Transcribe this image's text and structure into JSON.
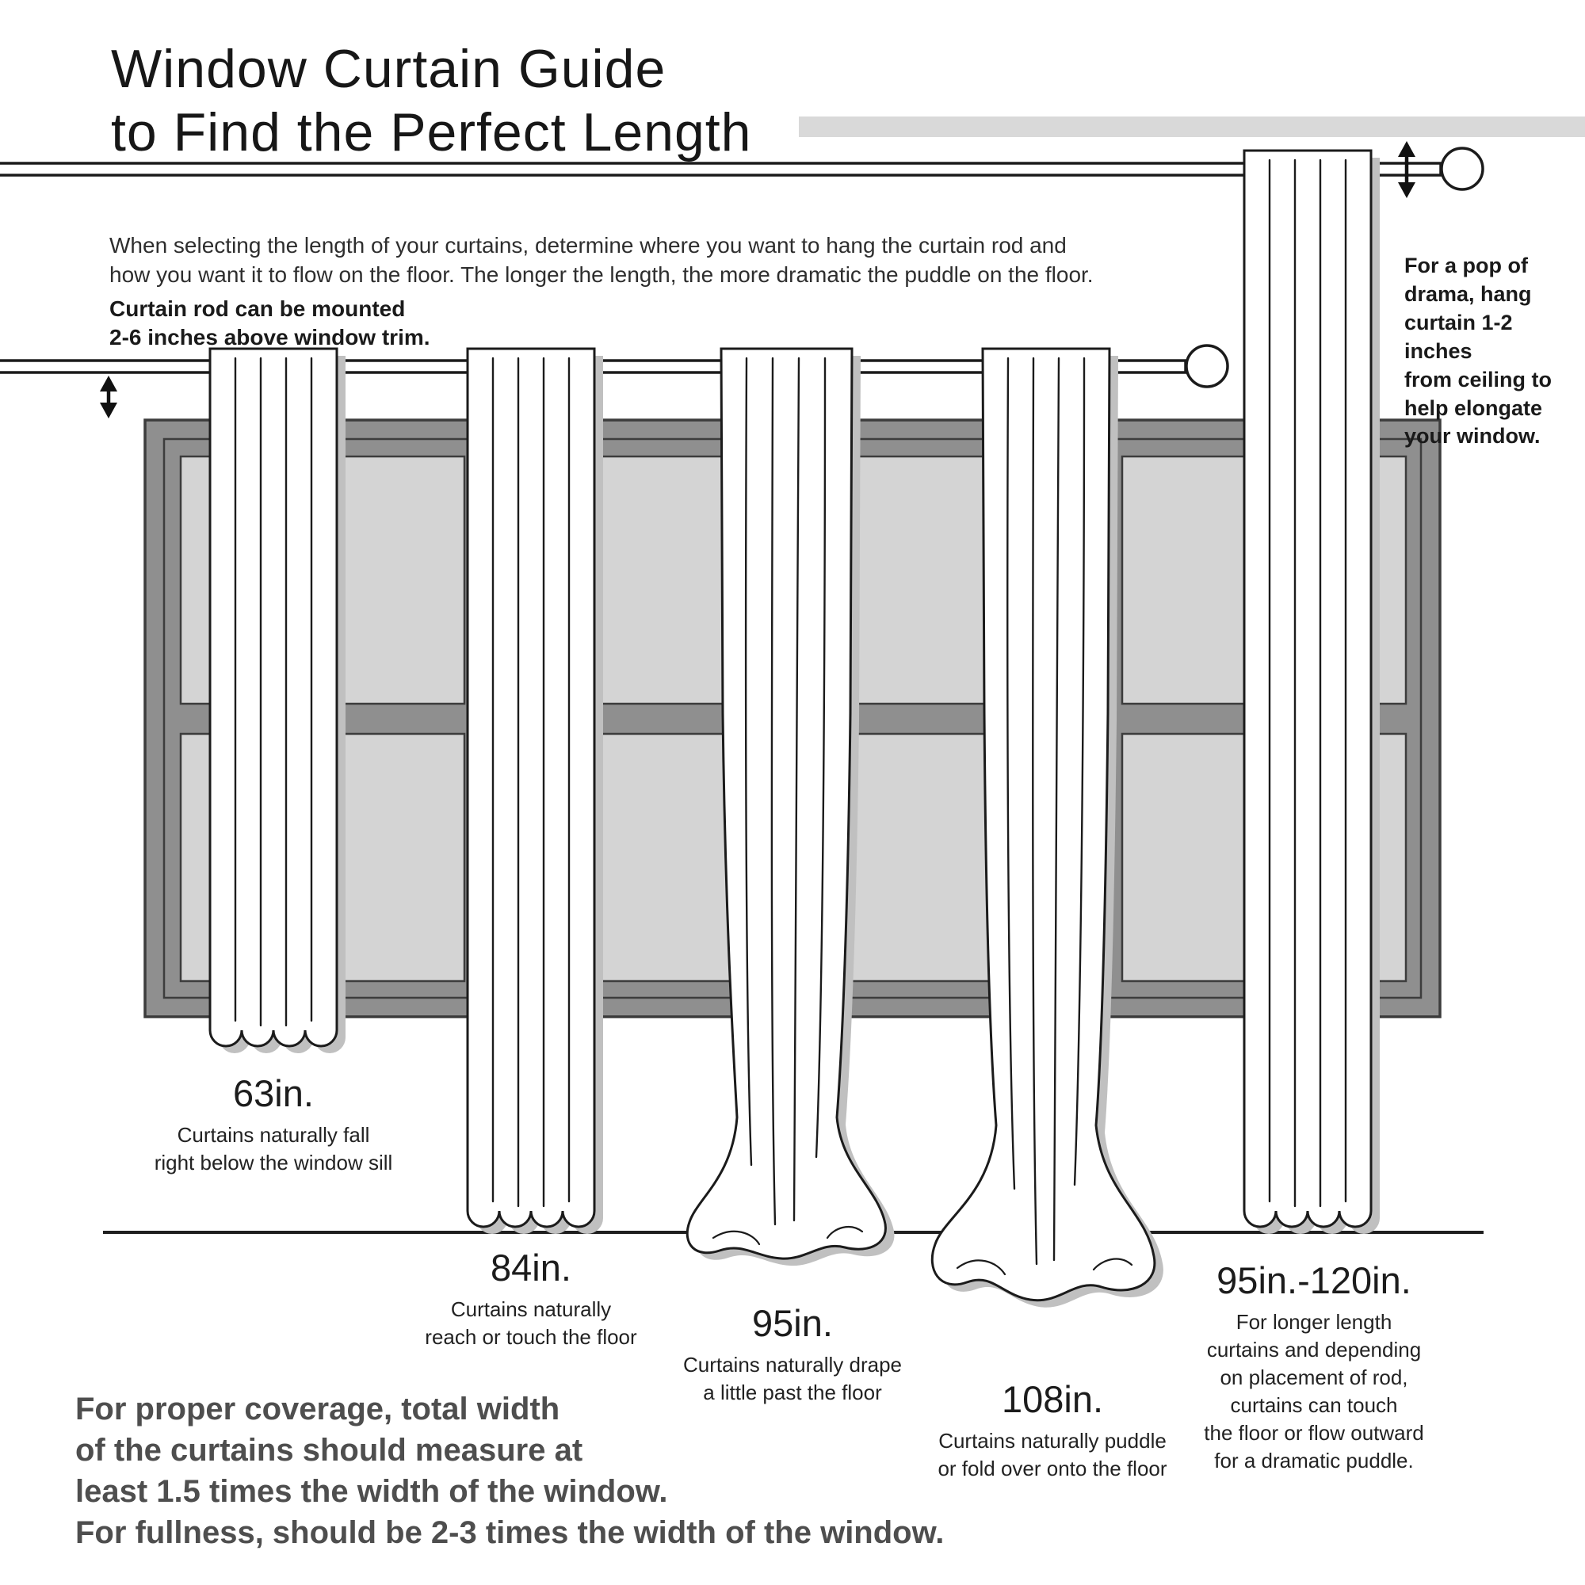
{
  "title": "Window Curtain Guide\nto Find the Perfect Length",
  "intro": "When selecting the length of your curtains, determine where you want to hang the curtain rod and\nhow you want it to flow on the floor. The longer the length, the more dramatic the puddle on the floor.",
  "rod_note": "Curtain rod can be mounted\n2-6 inches above window trim.",
  "ceiling_note": "For a pop of\ndrama, hang\ncurtain 1-2 inches\nfrom ceiling to\nhelp elongate\nyour window.",
  "curtains": [
    {
      "length": "63in.",
      "description": "Curtains naturally fall\nright below the window sill"
    },
    {
      "length": "84in.",
      "description": "Curtains naturally\nreach or touch the floor"
    },
    {
      "length": "95in.",
      "description": "Curtains naturally drape\na little past the floor"
    },
    {
      "length": "108in.",
      "description": "Curtains naturally puddle\nor fold over onto the floor"
    },
    {
      "length": "95in.-120in.",
      "description": "For longer length\ncurtains and depending\non placement of rod,\ncurtains can touch\nthe floor or flow outward\nfor a dramatic puddle."
    }
  ],
  "footer": "For proper coverage, total width\nof the curtains should measure at\nleast 1.5 times the width of the window.\nFor fullness, should be 2-3 times the width of the window.",
  "colors": {
    "curtain_fill": "#ffffff",
    "outline": "#1b1b1b",
    "window_frame": "#8f8f8f",
    "window_pane": "#d4d4d4",
    "ceiling_bar": "#d9d9d9",
    "shadow": "#c0c0c0",
    "footer_text": "#4e4e4e"
  }
}
